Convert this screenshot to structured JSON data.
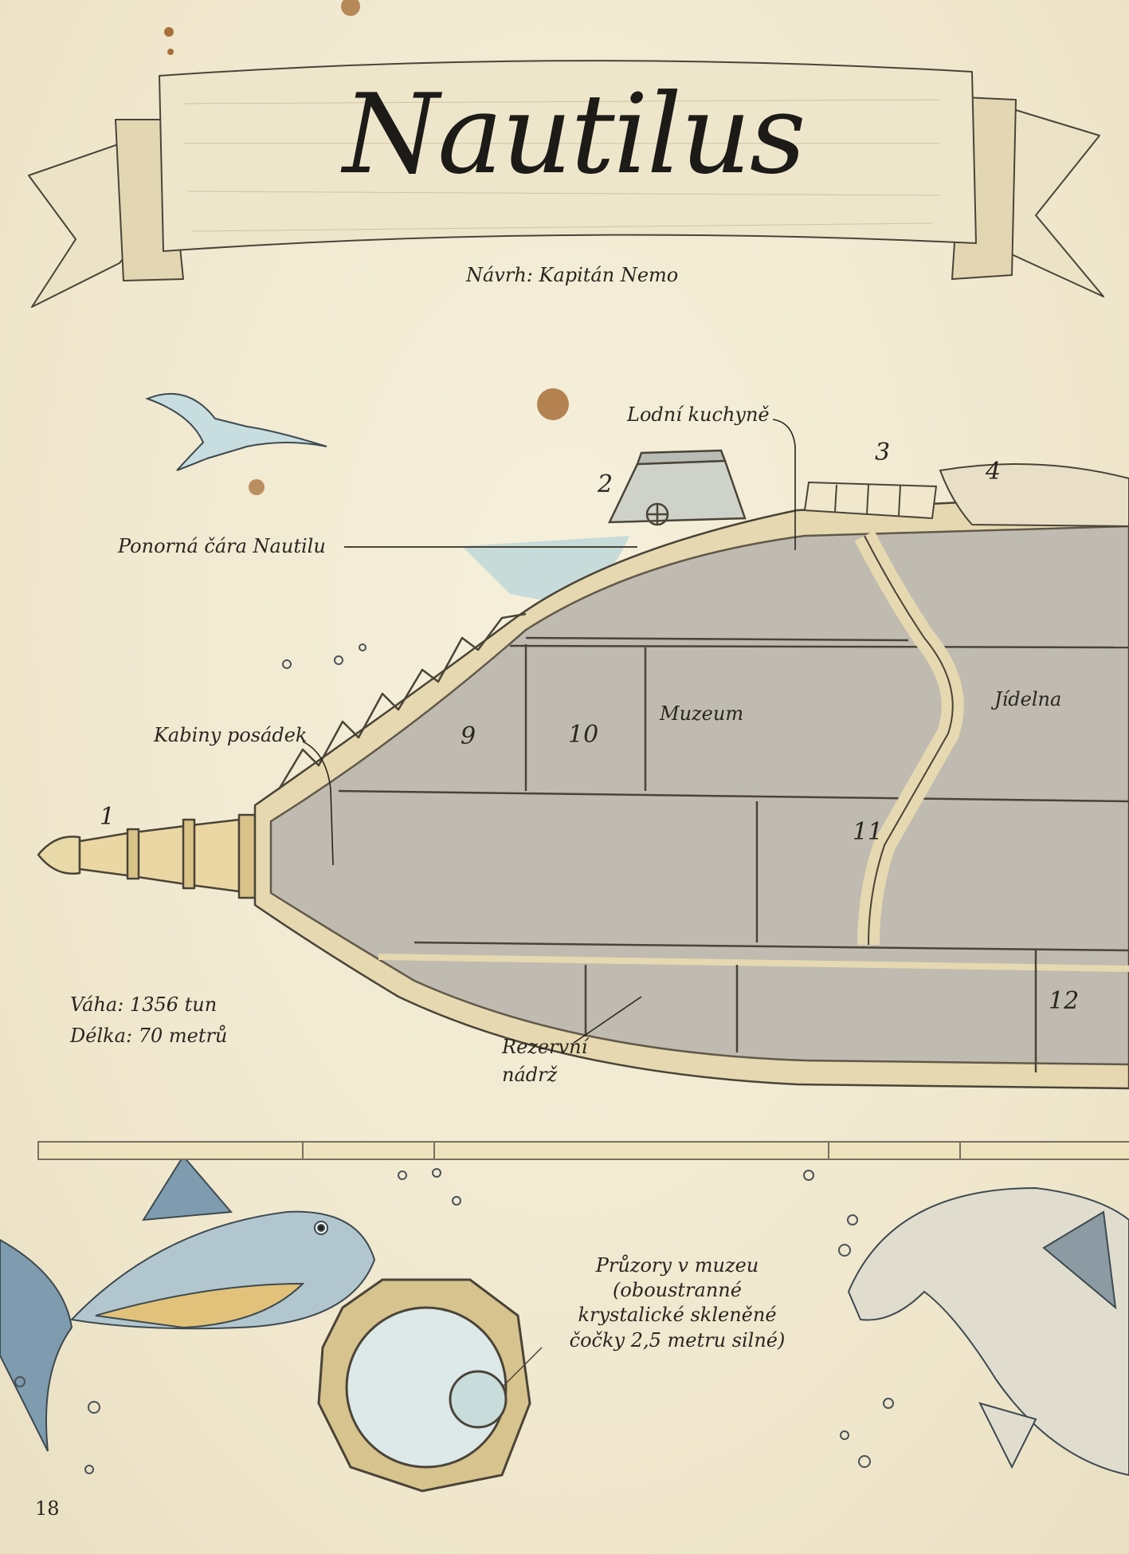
{
  "title": "Nautilus",
  "subtitle": "Návrh: Kapitán Nemo",
  "labels": {
    "waterline": "Ponorná čára Nautilu",
    "galley": "Lodní kuchyně",
    "crew_cabins": "Kabiny posádek",
    "museum": "Muzeum",
    "dining": "Jídelna",
    "reserve_tank_line1": "Rezervní",
    "reserve_tank_line2": "nádrž",
    "weight": "Váha: 1356 tun",
    "length": "Délka: 70 metrů",
    "portholes": [
      "Průzory v muzeu",
      "(oboustranné",
      "krystalické skleněné",
      "čočky 2,5 metru silné)"
    ]
  },
  "numbers": [
    "1",
    "2",
    "3",
    "4",
    "9",
    "10",
    "11",
    "12"
  ],
  "page_number": "18",
  "colors": {
    "paper": "#f3ecd6",
    "ink": "#2a2620",
    "hull_tan": "#e6d8b0",
    "interior_grey": "#b9b7b0",
    "water_blue": "#a9cfd8",
    "sepia_spot": "#a86f3a"
  }
}
